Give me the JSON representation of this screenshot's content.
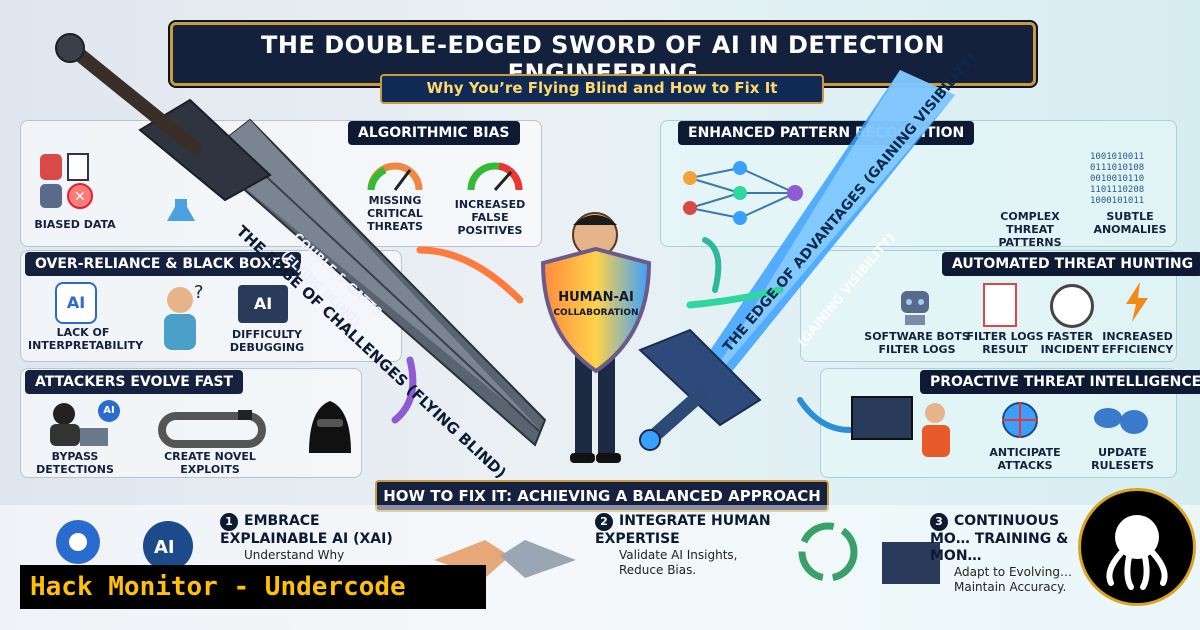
{
  "title": "THE DOUBLE-EDGED SWORD OF AI IN DETECTION ENGINEERING",
  "subtitle": "Why You’re Flying Blind and How to Fix It",
  "left": {
    "edge_label": "THE EDGE OF CHALLENGES (FLYING BLIND)",
    "blade_sub1": "COUBLE & GATTS",
    "blade_sub2": "(FLYING BLIND)",
    "sections": [
      {
        "heading": "ALGORITHMIC BIAS",
        "items": [
          "BIASED DATA",
          "MISSING CRITICAL THREATS",
          "INCREASED FALSE POSITIVES"
        ]
      },
      {
        "heading": "OVER-RELIANCE & BLACK BOXES",
        "items": [
          "LACK OF INTERPRETABILITY",
          "DIFFICULTY DEBUGGING"
        ]
      },
      {
        "heading": "ATTACKERS EVOLVE FAST",
        "items": [
          "BYPASS DETECTIONS",
          "CREATE NOVEL EXPLOITS"
        ]
      }
    ],
    "ai_tag": "AI"
  },
  "center": {
    "shield_line1": "HUMAN-AI",
    "shield_line2": "COLLABORATION"
  },
  "right": {
    "edge_label": "THE EDGE OF ADVANTAGES (GAINING VISIBILITY)",
    "blade_sub": "(GAINING VISIBILITY)",
    "sections": [
      {
        "heading": "ENHANCED PATTERN RECOGNITION",
        "items": [
          "COMPLEX THREAT PATTERNS",
          "SUBTLE ANOMALIES"
        ]
      },
      {
        "heading": "AUTOMATED THREAT HUNTING",
        "items": [
          "SOFTWARE BOTS FILTER LOGS",
          "FILTER LOGS RESULT",
          "FASTER INCIDENT",
          "INCREASED EFFICIENCY"
        ]
      },
      {
        "heading": "PROACTIVE THREAT INTELLIGENCE",
        "items": [
          "ANTICIPATE ATTACKS",
          "UPDATE RULESETS"
        ]
      }
    ],
    "binary": [
      "1001010011",
      "0111010108",
      "0010010110",
      "1101110208",
      "1000101011"
    ]
  },
  "fix": {
    "heading": "HOW TO FIX IT: ACHIEVING A BALANCED APPROACH",
    "steps": [
      {
        "num": "1",
        "title": "EMBRACE EXPLAINABLE AI (XAI)",
        "desc": "Understand Why"
      },
      {
        "num": "2",
        "title": "INTEGRATE HUMAN EXPERTISE",
        "desc": "Validate AI Insights, Reduce Bias."
      },
      {
        "num": "3",
        "title": "CONTINUOUS MO… TRAINING & MON…",
        "desc": "Adapt to Evolving… Maintain Accuracy."
      }
    ]
  },
  "watermark": "Hack Monitor - Undercode",
  "colors": {
    "navy": "#14213d",
    "gold": "#c99b3e",
    "watermark_text": "#ffc107",
    "blade_blue": "#3aa0ff"
  }
}
